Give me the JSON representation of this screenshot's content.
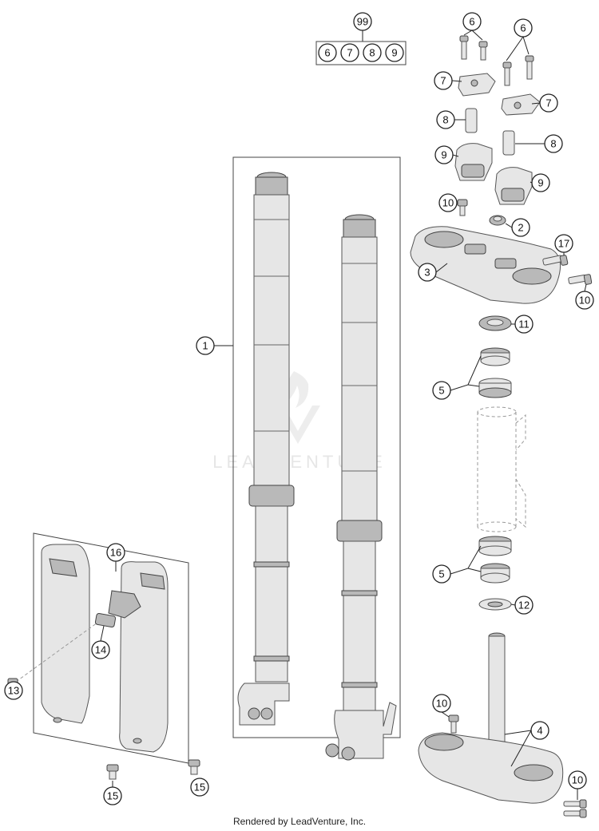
{
  "footer": "Rendered by LeadVenture, Inc.",
  "watermark": "LEADVENTURE",
  "kit": {
    "label": "99",
    "members": [
      "6",
      "7",
      "8",
      "9"
    ]
  },
  "callouts": {
    "c1": "1",
    "c2": "2",
    "c3": "3",
    "c4": "4",
    "c5a": "5",
    "c5b": "5",
    "c6a": "6",
    "c6b": "6",
    "c7a": "7",
    "c7b": "7",
    "c8a": "8",
    "c8b": "8",
    "c9a": "9",
    "c9b": "9",
    "c10a": "10",
    "c10b": "10",
    "c10c": "10",
    "c10d": "10",
    "c11": "11",
    "c12": "12",
    "c13": "13",
    "c14": "14",
    "c15a": "15",
    "c15b": "15",
    "c16": "16",
    "c17": "17"
  }
}
